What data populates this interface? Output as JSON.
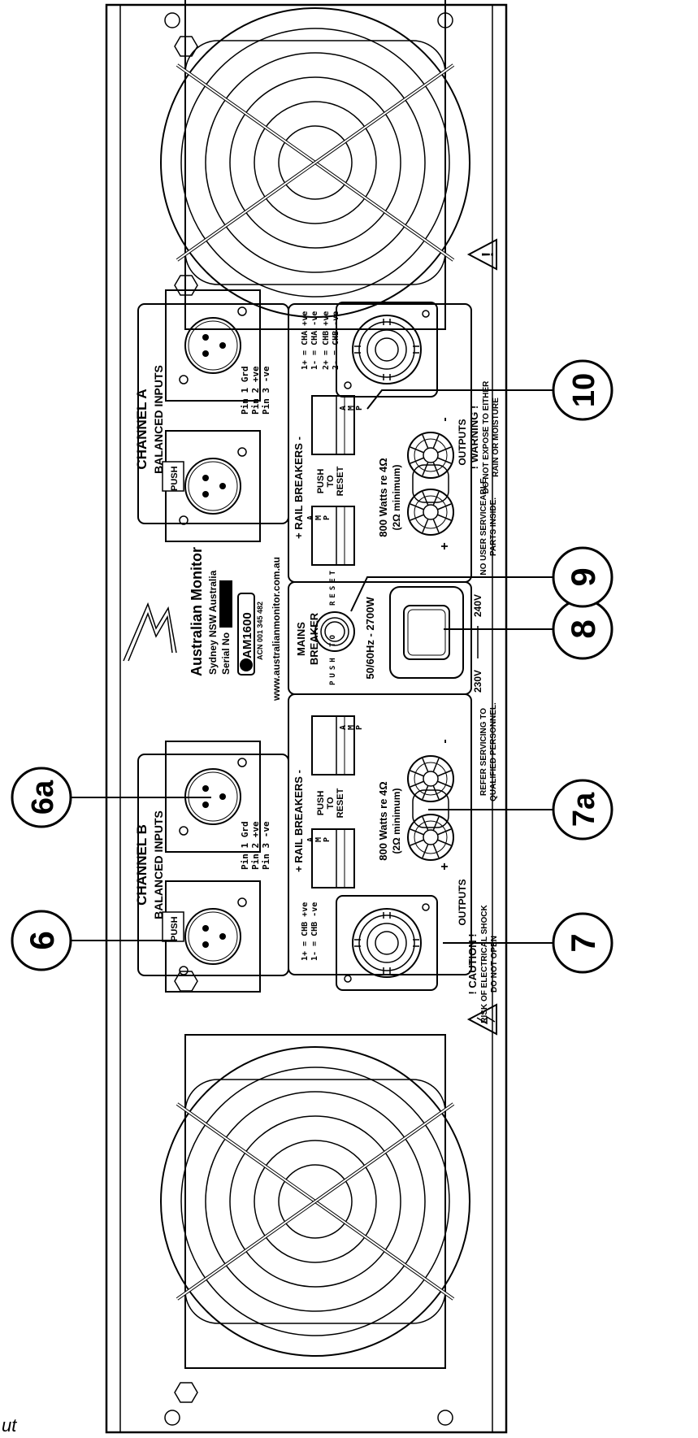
{
  "rotated_page": {
    "channel_b": {
      "title": "CHANNEL B",
      "subtitle": "BALANCED INPUTS",
      "pins": [
        "Pin 1 Grd",
        "Pin 2 +ve",
        "Pin 3 -ve"
      ],
      "push_tab": "PUSH"
    },
    "channel_a": {
      "title": "CHANNEL A",
      "subtitle": "BALANCED INPUTS",
      "pins": [
        "Pin 1 Grd",
        "Pin 2 +ve",
        "Pin 3 -ve"
      ],
      "push_tab": "PUSH"
    },
    "rail_breakers": "+ RAIL BREAKERS -",
    "push_to_reset": [
      "PUSH",
      "TO",
      "RESET"
    ],
    "amp_letters": [
      "A",
      "M",
      "P"
    ],
    "power_rating": "800 Watts re 4Ω",
    "min_rating": "(2Ω minimum)",
    "outputs": "OUTPUTS",
    "plus": "+",
    "minus": "-",
    "speakon_b": [
      "1+ = CHB +ve",
      "1- = CHB -ve"
    ],
    "speakon_a": [
      "1+ = CHA +ve",
      "1- = CHA -ve",
      "2+ = CHB +ve",
      "2- = CHB -ve"
    ],
    "caution": [
      "! CAUTION !",
      "RISK OF ELECTRICAL SHOCK",
      "DO NOT OPEN"
    ],
    "refer": [
      "REFER SERVICING TO",
      "QUALIFIED PERSONNEL."
    ],
    "no_user": [
      "NO USER SERVICEABLE",
      "PARTS INSIDE."
    ],
    "warning": [
      "! WARNING !",
      "DO NOT EXPOSE TO EITHER",
      "RAIN OR MOISTURE"
    ],
    "mains": [
      "MAINS",
      "BREAKER"
    ],
    "push_to_vertical": "PUSH TO",
    "reset_vertical": "RESET",
    "mains_rating": "50/60Hz - 2700W",
    "voltage_low": "230V",
    "voltage_high": "240V",
    "brand": "Australian Monitor",
    "address": "Sydney NSW Australia",
    "serial": "Serial No",
    "model": "AM1600",
    "acn": "ACN 001 345 482",
    "website": "www.australianmonitor.com.au"
  },
  "callouts": [
    "6",
    "6a",
    "7",
    "7a",
    "8",
    "9",
    "10"
  ],
  "fragment": "ut"
}
